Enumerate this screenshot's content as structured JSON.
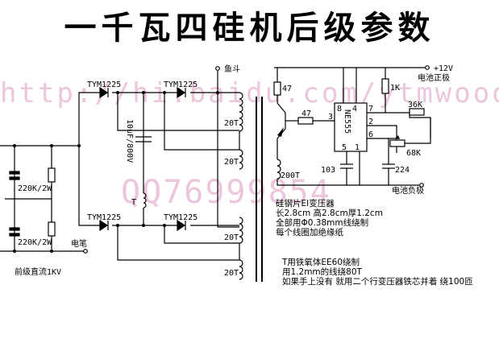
{
  "title": "一千瓦四硅机后级参数",
  "watermark": {
    "url": "http://hi.baidu.com/ytmwooo",
    "qq": "QQ76999854"
  },
  "labels": {
    "fish_hook": "鱼斗",
    "tym1": "TYM1225",
    "tym2": "TYM1225",
    "tym3": "TYM1225",
    "tym4": "TYM1225",
    "cap": "10uF/800V",
    "t_mark": "T",
    "t1": "20T",
    "t2": "20T",
    "t3": "20T",
    "t4": "20T",
    "res1": "220K/2W",
    "res2": "220K/2W",
    "pen": "电笔",
    "dc": "前级直流1KV",
    "v12": "+12V",
    "bat_pos": "电池正极",
    "bat_neg": "电池负极",
    "r47a": "47",
    "r47b": "47",
    "r1k": "1K",
    "r36k": "36K",
    "r68k": "68K",
    "c103": "103",
    "c224": "224",
    "p200t": "200T",
    "chip": "NE555",
    "pin8": "8",
    "pin4": "4",
    "pin7": "7",
    "pin3": "3",
    "pin2": "2",
    "pin6": "6",
    "pin5": "5",
    "pin1": "1"
  },
  "notes": {
    "core_title": "硅钢片EI变压器",
    "core_size": "长2.8cm 高2.8cm厚1.2cm",
    "core_wire": "全部用Φ0.38mm线绕制",
    "core_insul": "每个线圈加绝缘纸",
    "t_desc1": "T用铁氧体EE60绕制",
    "t_desc2": "用1.2mm的线绕80T",
    "t_desc3": "如果手上没有 就用二个行变压器铁芯并着 绕100匝"
  }
}
